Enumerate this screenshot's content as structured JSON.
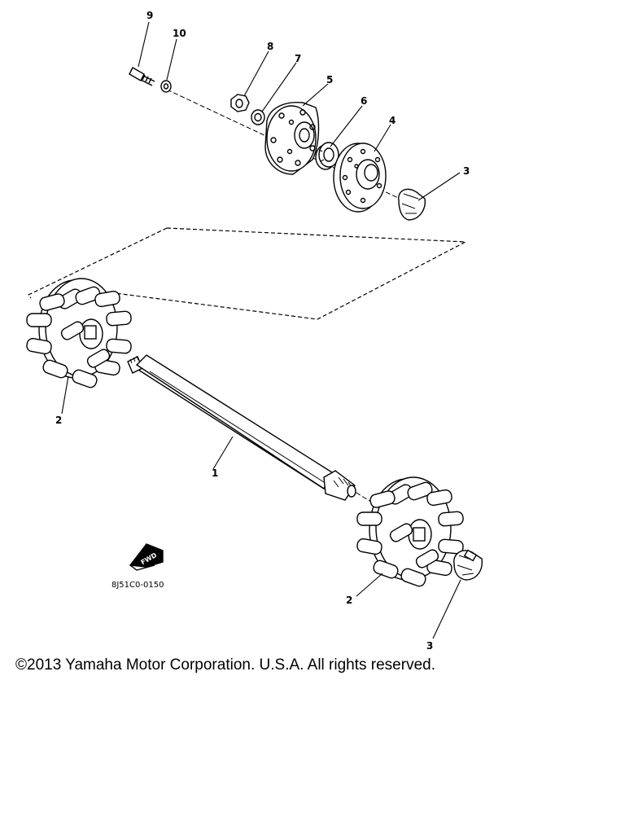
{
  "diagram": {
    "callouts": {
      "part_1": "1",
      "part_2_left": "2",
      "part_2_right": "2",
      "part_3_top": "3",
      "part_3_bottom": "3",
      "part_4": "4",
      "part_5": "5",
      "part_6": "6",
      "part_7": "7",
      "part_8": "8",
      "part_9": "9",
      "part_10": "10"
    },
    "forward_badge": "FWD",
    "figure_code": "8J51C0-0150"
  },
  "footer": {
    "copyright": "©2013 Yamaha Motor Corporation. U.S.A. All rights reserved."
  }
}
